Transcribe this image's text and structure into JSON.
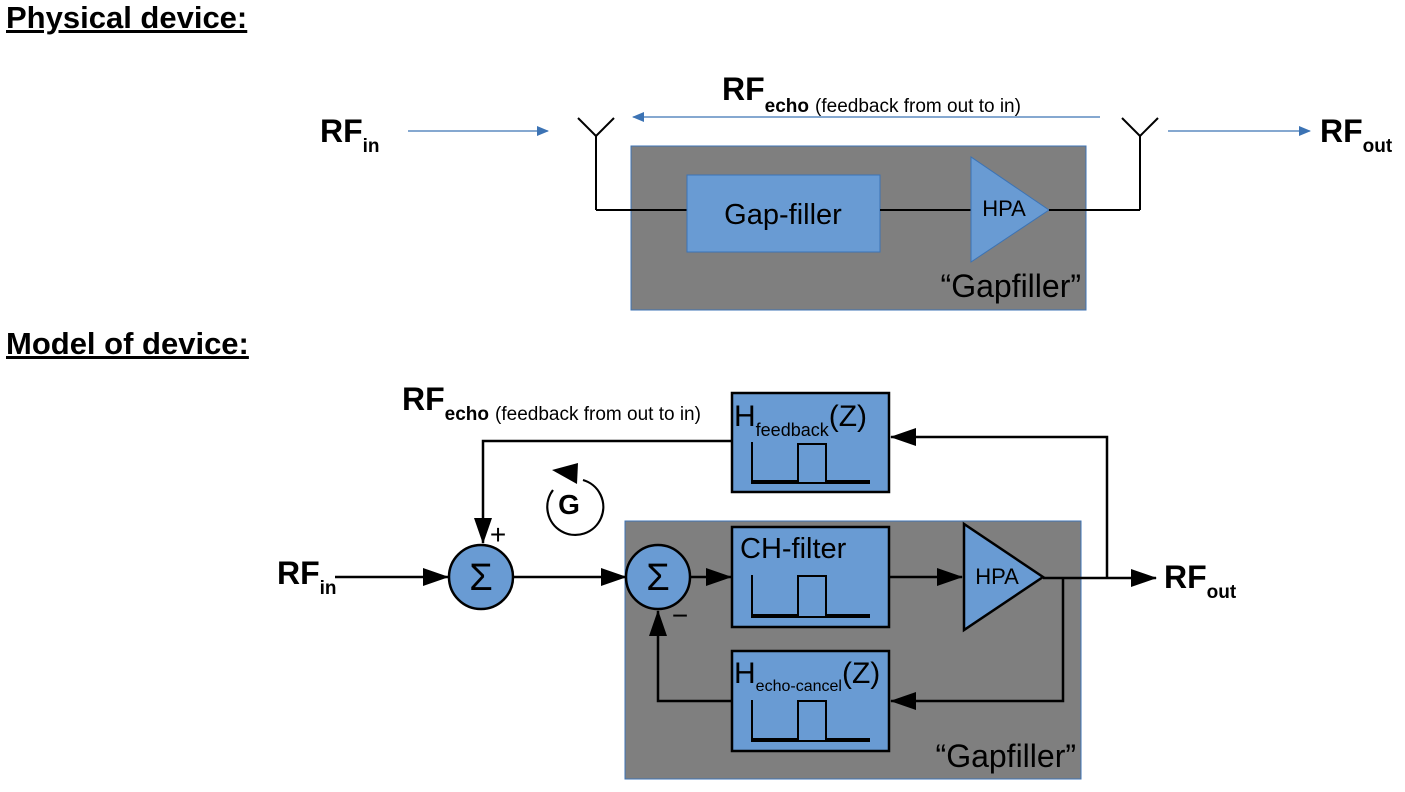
{
  "physical": {
    "heading": "Physical device:",
    "rf_in": {
      "main": "RF",
      "sub": "in"
    },
    "rf_out": {
      "main": "RF",
      "sub": "out"
    },
    "rf_echo": {
      "main": "RF",
      "sub": "echo",
      "note": "(feedback from out to in)"
    },
    "gapfiller_box": "Gap-filler",
    "hpa": "HPA",
    "device_label": "“Gapfiller”"
  },
  "model": {
    "heading": "Model of device:",
    "rf_in": {
      "main": "RF",
      "sub": "in"
    },
    "rf_out": {
      "main": "RF",
      "sub": "out"
    },
    "rf_echo": {
      "main": "RF",
      "sub": "echo",
      "note": "(feedback from out to in)"
    },
    "h_feedback": {
      "main": "H",
      "sub": "feedback",
      "arg": "(Z)"
    },
    "ch_filter": "CH-filter",
    "hpa": "HPA",
    "h_echo_cancel": {
      "main": "H",
      "sub": "echo-cancel",
      "arg": "(Z)"
    },
    "sum_symbol": "Σ",
    "plus": "+",
    "minus": "−",
    "gain": "G",
    "device_label": "“Gapfiller”"
  },
  "colors": {
    "device_fill": "#7f7f7f",
    "block_fill": "#699bd3",
    "block_stroke": "#1f3f73",
    "rf_arrow": "#3c73b4",
    "line": "#000000"
  }
}
